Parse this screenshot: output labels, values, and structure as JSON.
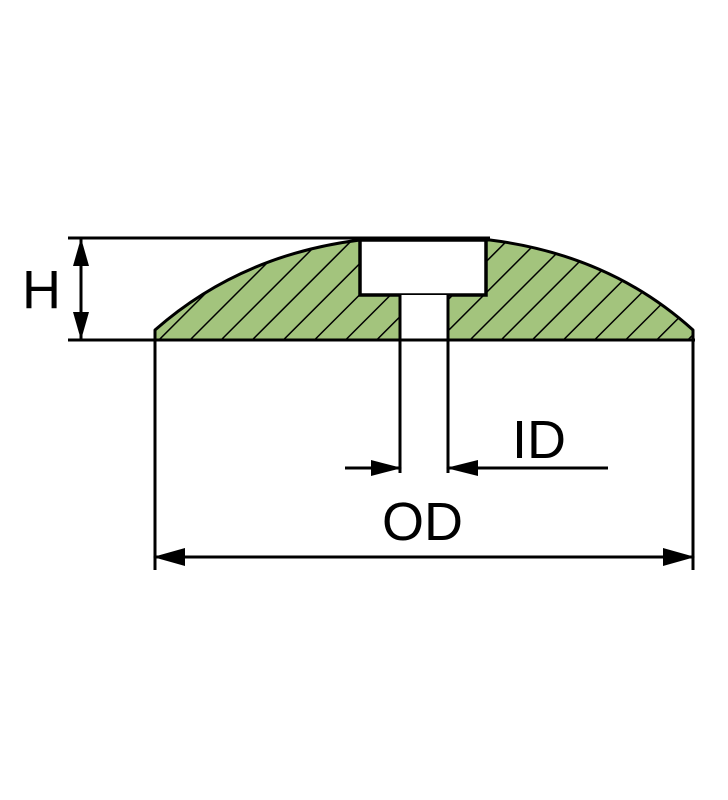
{
  "diagram": {
    "type": "technical cross-section drawing",
    "subject": "domed disc / anode with counterbored center hole",
    "labels": {
      "height": "H",
      "inner_diameter": "ID",
      "outer_diameter_hole": "OD",
      "overall_diameter": ""
    },
    "colors": {
      "section_fill": "#a3c47d",
      "line": "#000000",
      "background": "#ffffff"
    }
  }
}
